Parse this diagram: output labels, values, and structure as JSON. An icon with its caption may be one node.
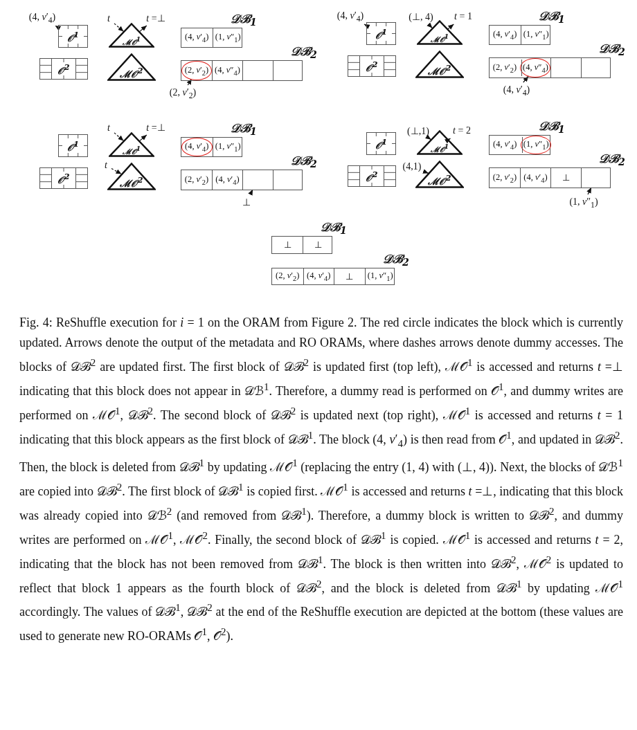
{
  "diagram": {
    "caption": "Fig. 4: ReShuffle execution for *i* = 1 on the ORAM from Figure 2. The red circle indicates the block which is currently updated. Arrows denote the output of the metadata and RO ORAMs, where dashes arrows denote dummy accesses. The blocks of 𝒟ℬ$^{2}$ are updated first. The first block of 𝒟ℬ$^{2}$ is updated first (top left), ℳ𝒪$^{1}$ is accessed and returns *t* =⊥ indicating that this block does not appear in 𝒟ℬ$^{1}$. Therefore, a dummy read is performed on 𝒪$^{1}$, and dummy writes are performed on ℳ𝒪$^{1}$, 𝒟ℬ$^{2}$. The second block of 𝒟ℬ$^{2}$ is updated next (top right), ℳ𝒪$^{1}$ is accessed and returns *t* = 1 indicating that this block appears as the first block of 𝒟ℬ$^{1}$. The block (4, *v*′$_{4}$) is then read from 𝒪$^{1}$, and updated in 𝒟ℬ$^{2}$. Then, the block is deleted from 𝒟ℬ$^{1}$ by updating ℳ𝒪$^{1}$ (replacing the entry (1, 4) with (⊥, 4)). Next, the blocks of 𝒟ℬ$^{1}$ are copied into 𝒟ℬ$^{2}$. The first block of 𝒟ℬ$^{1}$ is copied first. ℳ𝒪$^{1}$ is accessed and returns *t* =⊥, indicating that this block was already copied into 𝒟ℬ$^{2}$ (and removed from 𝒟ℬ$^{1}$). Therefore, a dummy block is written to 𝒟ℬ$^{2}$, and dummy writes are performed on ℳ𝒪$^{1}$, ℳ𝒪$^{2}$. Finally, the second block of 𝒟ℬ$^{1}$ is copied. ℳ𝒪$^{1}$ is accessed and returns *t* = 2, indicating that the block has not been removed from 𝒟ℬ$^{1}$. The block is then written into 𝒟ℬ$^{2}$, ℳ𝒪$^{2}$ is updated to reflect that block 1 appears as the fourth block of 𝒟ℬ$^{2}$, and the block is deleted from 𝒟ℬ$^{1}$ by updating ℳ𝒪$^{1}$ accordingly. The values of 𝒟ℬ$^{1}$, 𝒟ℬ$^{2}$ at the end of the ReShuffle execution are depicted at the bottom (these values are used to generate new RO-ORAMs 𝒪$^{1}$, 𝒪$^{2}$).",
    "nodes": [
      {
        "text": [
          "(4, *v*′$_{4}$)"
        ]
      },
      {
        "text": [
          "𝒪$^{1}$"
        ]
      },
      {
        "text": [
          "*t*"
        ]
      },
      {
        "text": [
          "*t* =⊥"
        ]
      },
      {
        "text": [
          "ℳ𝒪$^{1}$"
        ]
      },
      {
        "text": [
          "𝒟ℬ$_{1}$"
        ]
      },
      {
        "text": [
          "(4, *v*′$_{4}$)"
        ],
        "in": 5
      },
      {
        "text": [
          "(1, *v*″$_{1}$)"
        ],
        "in": 5
      },
      {
        "text": [
          "𝒪$^{2}$"
        ]
      },
      {
        "text": [
          "ℳ𝒪$^{2}$"
        ]
      },
      {
        "text": [
          "𝒟ℬ$_{2}$"
        ]
      },
      {
        "text": [],
        "shape": "circle",
        "in": 10
      },
      {
        "text": [
          "(2, *v*′$_{2}$)"
        ],
        "in": 11
      },
      {
        "text": [
          "(4, *v*″$_{4}$)"
        ],
        "in": 10
      },
      {
        "text": [],
        "shape": "box",
        "in": 10
      },
      {
        "text": [],
        "shape": "box",
        "in": 10
      },
      {
        "text": [
          "(2, *v*′$_{2}$)"
        ]
      },
      {
        "text": [
          "(4, *v*′$_{4}$)"
        ]
      },
      {
        "text": [
          "𝒪$^{1}$"
        ]
      },
      {
        "text": [
          "(⊥, 4)"
        ]
      },
      {
        "text": [
          "*t* = 1"
        ]
      },
      {
        "text": [
          "ℳ𝒪$^{1}$"
        ]
      },
      {
        "text": [
          "𝒟ℬ$_{1}$"
        ]
      },
      {
        "text": [
          "(4, *v*′$_{4}$)"
        ],
        "in": 22
      },
      {
        "text": [
          "(1, *v*″$_{1}$)"
        ],
        "in": 22
      },
      {
        "text": [
          "𝒪$^{2}$"
        ]
      },
      {
        "text": [
          "ℳ𝒪$^{2}$"
        ]
      },
      {
        "text": [
          "𝒟ℬ$_{2}$"
        ]
      },
      {
        "text": [
          "(2, *v*′$_{2}$)"
        ],
        "in": 27
      },
      {
        "text": [],
        "shape": "circle",
        "in": 27
      },
      {
        "text": [
          "(4, *v*″$_{4}$)"
        ],
        "in": 29
      },
      {
        "text": [],
        "shape": "box",
        "in": 27
      },
      {
        "text": [],
        "shape": "box",
        "in": 27
      },
      {
        "text": [
          "(4, *v*′$_{4}$)"
        ]
      },
      {
        "text": [
          "𝒪$^{1}$"
        ]
      },
      {
        "text": [
          "*t*"
        ]
      },
      {
        "text": [
          "*t* =⊥"
        ]
      },
      {
        "text": [
          "ℳ𝒪$^{1}$"
        ]
      },
      {
        "text": [
          "𝒟ℬ$_{1}$"
        ]
      },
      {
        "text": [],
        "shape": "circle",
        "in": 38
      },
      {
        "text": [
          "(4, *v*′$_{4}$)"
        ],
        "in": 39
      },
      {
        "text": [
          "(1, *v*″$_{1}$)"
        ],
        "in": 38
      },
      {
        "text": [
          "𝒪$^{2}$"
        ]
      },
      {
        "text": [
          "*t*"
        ]
      },
      {
        "text": [
          "ℳ𝒪$^{2}$"
        ]
      },
      {
        "text": [
          "𝒟ℬ$_{2}$"
        ]
      },
      {
        "text": [
          "(2, *v*′$_{2}$)"
        ],
        "in": 45
      },
      {
        "text": [
          "(4, *v*′$_{4}$)"
        ],
        "in": 45
      },
      {
        "text": [],
        "shape": "box",
        "in": 45
      },
      {
        "text": [],
        "shape": "box",
        "in": 45
      },
      {
        "text": [
          "⊥"
        ]
      },
      {
        "text": [
          "𝒪$^{1}$"
        ]
      },
      {
        "text": [
          "(⊥,1)"
        ]
      },
      {
        "text": [
          "*t* = 2"
        ]
      },
      {
        "text": [
          "ℳ𝒪$^{1}$"
        ]
      },
      {
        "text": [
          "𝒟ℬ$_{1}$"
        ]
      },
      {
        "text": [
          "(4, *v*′$_{4}$)"
        ],
        "in": 55
      },
      {
        "text": [],
        "shape": "circle",
        "in": 55
      },
      {
        "text": [
          "(1, *v*″$_{1}$)"
        ],
        "in": 57
      },
      {
        "text": [
          "(4,1)"
        ]
      },
      {
        "text": [
          "𝒪$^{2}$"
        ]
      },
      {
        "text": [
          "ℳ𝒪$^{2}$"
        ]
      },
      {
        "text": [
          "𝒟ℬ$_{2}$"
        ]
      },
      {
        "text": [
          "(2, *v*′$_{2}$)"
        ],
        "in": 62
      },
      {
        "text": [
          "(4, *v*′$_{4}$)"
        ],
        "in": 62
      },
      {
        "text": [
          "⊥"
        ],
        "in": 62
      },
      {
        "text": [],
        "shape": "box",
        "in": 62
      },
      {
        "text": [
          "(1, *v*″$_{1}$)"
        ]
      },
      {
        "text": [
          "𝒟ℬ$_{1}$"
        ]
      },
      {
        "text": [
          "⊥"
        ],
        "in": 68
      },
      {
        "text": [
          "⊥"
        ],
        "in": 68
      },
      {
        "text": [
          "𝒟ℬ$_{2}$"
        ]
      },
      {
        "text": [
          "(2, *v*′$_{2}$)"
        ],
        "in": 71
      },
      {
        "text": [
          "(4, *v*′$_{4}$)"
        ],
        "in": 71
      },
      {
        "text": [
          "⊥"
        ],
        "in": 71
      },
      {
        "text": [
          "(1, *v*″$_{1}$)"
        ],
        "in": 71
      }
    ],
    "edges": [
      {
        "from": 1,
        "to": 0,
        "arrow": "to",
        "style": "dashed"
      },
      {
        "from": 2,
        "to": 4,
        "arrow": "to",
        "style": "dashed"
      },
      {
        "from": 4,
        "to": 3,
        "arrow": "to"
      },
      {
        "from": 16,
        "to": 12,
        "arrow": "to",
        "style": "dashed"
      },
      {
        "from": 18,
        "to": 17,
        "arrow": "to"
      },
      {
        "from": 19,
        "to": 21,
        "arrow": "to"
      },
      {
        "from": 21,
        "to": 20,
        "arrow": "to"
      },
      {
        "from": 33,
        "to": 30,
        "arrow": "to"
      },
      {
        "from": 35,
        "to": 37,
        "arrow": "to",
        "style": "dashed"
      },
      {
        "from": 37,
        "to": 36,
        "arrow": "to"
      },
      {
        "from": 43,
        "to": 44,
        "arrow": "to",
        "style": "dashed"
      },
      {
        "from": 50,
        "to": 48,
        "arrow": "to"
      },
      {
        "from": 52,
        "to": 54,
        "arrow": "to"
      },
      {
        "from": 54,
        "to": 53,
        "arrow": "to"
      },
      {
        "from": 59,
        "to": 61,
        "arrow": "to"
      },
      {
        "from": 67,
        "to": 66,
        "arrow": "to"
      }
    ]
  }
}
